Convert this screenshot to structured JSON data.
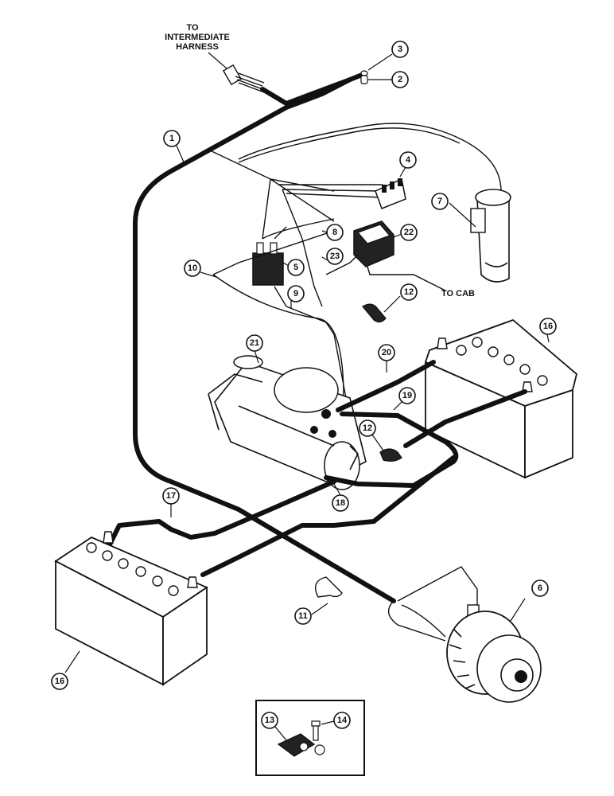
{
  "labels": {
    "to_harness_1": "TO",
    "to_harness_2": "INTERMEDIATE",
    "to_harness_3": "HARNESS",
    "to_cab": "TO CAB"
  },
  "callouts": {
    "c1": "1",
    "c2": "2",
    "c3": "3",
    "c4": "4",
    "c5": "5",
    "c6": "6",
    "c7": "7",
    "c8": "8",
    "c9": "9",
    "c10": "10",
    "c11": "11",
    "c12a": "12",
    "c12b": "12",
    "c13": "13",
    "c14": "14",
    "c16a": "16",
    "c16b": "16",
    "c17": "17",
    "c18": "18",
    "c19": "19",
    "c20": "20",
    "c21": "21",
    "c22": "22",
    "c23": "23"
  }
}
